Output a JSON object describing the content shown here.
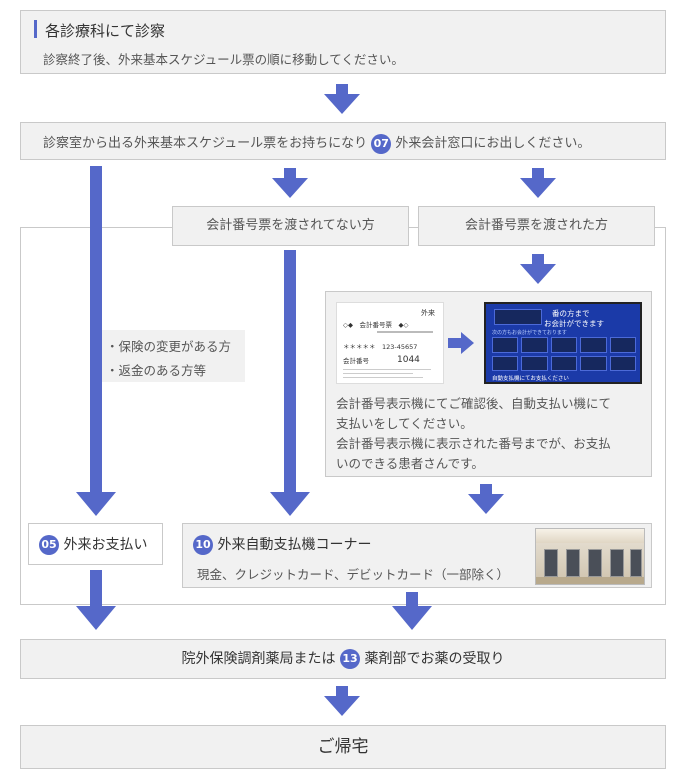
{
  "step1": {
    "title": "各診療科にて診察",
    "text": "診察終了後、外来基本スケジュール票の順に移動してください。"
  },
  "step2": {
    "text_before": "診察室から出る外来基本スケジュール票をお持ちになり",
    "num": "07",
    "text_after": "外来会計窓口にお出しください。"
  },
  "branch_no_ticket": "会計番号票を渡されてない方",
  "branch_with_ticket": "会計番号票を渡された方",
  "conditions": [
    "・保険の変更がある方",
    "・返金のある方等"
  ],
  "ticket": {
    "header": "外来",
    "title_line": "◇◆　会計番号票　◆◇",
    "id_line": "＊＊＊＊＊　123-45657",
    "num_label": "会計番号",
    "num_value": "1044"
  },
  "display": {
    "line1": "番の方まで",
    "line2": "お会計ができます",
    "subline": "次の方もお会計ができております",
    "footer": "自動支払機にてお支払ください"
  },
  "info_text": [
    "会計番号表示機にてご確認後、自動支払い機にて",
    "支払いをしてください。",
    "会計番号表示機に表示された番号までが、お支払",
    "いのできる患者さんです。"
  ],
  "step05": {
    "num": "05",
    "label": "外来お支払い"
  },
  "step10": {
    "num": "10",
    "title": "外来自動支払機コーナー",
    "text": "現金、クレジットカード、デビットカード（一部除く）"
  },
  "step13": {
    "text_before": "院外保険調剤薬局または",
    "num": "13",
    "text_after": "薬剤部でお薬の受取り"
  },
  "final": "ご帰宅",
  "colors": {
    "accent": "#5568c9",
    "box_bg": "#f1f1f1",
    "border": "#c9c9c9",
    "screen": "#1b3aa8"
  },
  "icons": {
    "arrow": "down-arrow-icon",
    "right_arrow": "right-arrow-icon"
  }
}
